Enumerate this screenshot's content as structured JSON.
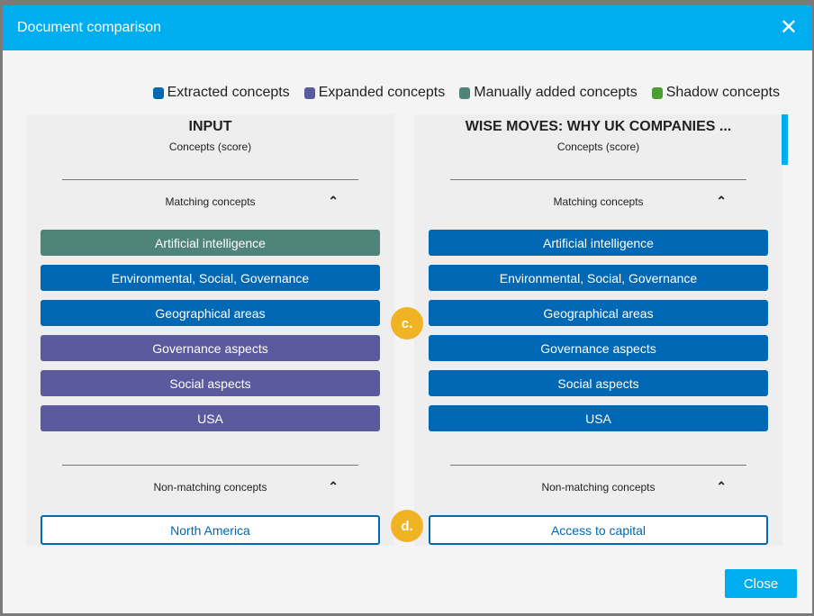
{
  "dialog": {
    "title": "Document comparison",
    "close_icon": "close-icon",
    "close_label": "Close"
  },
  "legend": [
    {
      "label": "Extracted concepts",
      "color": "#0068b4"
    },
    {
      "label": "Expanded concepts",
      "color": "#5c5a9e"
    },
    {
      "label": "Manually added concepts",
      "color": "#4f847a"
    },
    {
      "label": "Shadow concepts",
      "color": "#4a9e32"
    }
  ],
  "left": {
    "title": "INPUT",
    "subtitle": "Concepts (score)",
    "matching_label": "Matching concepts",
    "nonmatching_label": "Non-matching concepts",
    "matching": [
      {
        "label": "Artificial intelligence",
        "type": "manual"
      },
      {
        "label": "Environmental, Social, Governance",
        "type": "extracted"
      },
      {
        "label": "Geographical areas",
        "type": "extracted"
      },
      {
        "label": "Governance aspects",
        "type": "expanded"
      },
      {
        "label": "Social aspects",
        "type": "expanded"
      },
      {
        "label": "USA",
        "type": "expanded"
      }
    ],
    "nonmatching": [
      "North America"
    ]
  },
  "right": {
    "title": "WISE MOVES: WHY UK COMPANIES ...",
    "subtitle": "Concepts (score)",
    "matching_label": "Matching concepts",
    "nonmatching_label": "Non-matching concepts",
    "matching": [
      {
        "label": "Artificial intelligence",
        "type": "extracted"
      },
      {
        "label": "Environmental, Social, Governance",
        "type": "extracted"
      },
      {
        "label": "Geographical areas",
        "type": "extracted"
      },
      {
        "label": "Governance aspects",
        "type": "extracted"
      },
      {
        "label": "Social aspects",
        "type": "extracted"
      },
      {
        "label": "USA",
        "type": "extracted"
      }
    ],
    "nonmatching": [
      "Access to capital"
    ]
  },
  "badges": [
    "c.",
    "d."
  ]
}
